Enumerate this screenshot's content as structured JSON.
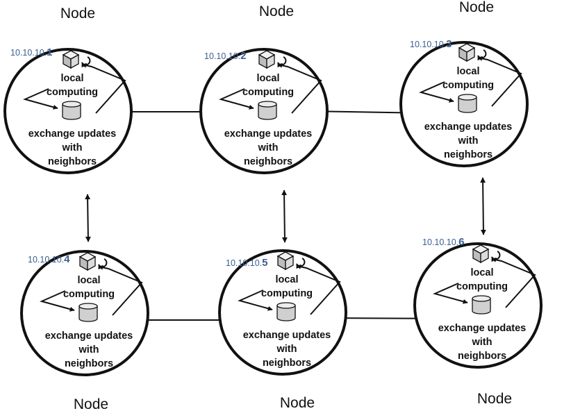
{
  "colors": {
    "stroke": "#111111",
    "ip_text": "#3a5f8f",
    "icon_fill": "#d0d0d0"
  },
  "nodes": [
    {
      "title": "Node",
      "ip_prefix": "10.10.10.",
      "ip_suffix": "1",
      "compute_line1": "local",
      "compute_line2": "computing",
      "exchange_line1": "exchange updates",
      "exchange_line2": "with",
      "exchange_line3": "neighbors"
    },
    {
      "title": "Node",
      "ip_prefix": "10.10.10.",
      "ip_suffix": "2",
      "compute_line1": "local",
      "compute_line2": "computing",
      "exchange_line1": "exchange updates",
      "exchange_line2": "with",
      "exchange_line3": "neighbors"
    },
    {
      "title": "Node",
      "ip_prefix": "10.10.10.",
      "ip_suffix": "3",
      "compute_line1": "local",
      "compute_line2": "computing",
      "exchange_line1": "exchange updates",
      "exchange_line2": "with",
      "exchange_line3": "neighbors"
    },
    {
      "title": "Node",
      "ip_prefix": "10.10.10.",
      "ip_suffix": "4",
      "compute_line1": "local",
      "compute_line2": "computing",
      "exchange_line1": "exchange updates",
      "exchange_line2": "with",
      "exchange_line3": "neighbors"
    },
    {
      "title": "Node",
      "ip_prefix": "10.10.10.",
      "ip_suffix": "5",
      "compute_line1": "local",
      "compute_line2": "computing",
      "exchange_line1": "exchange updates",
      "exchange_line2": "with",
      "exchange_line3": "neighbors"
    },
    {
      "title": "Node",
      "ip_prefix": "10.10.10.",
      "ip_suffix": "6",
      "compute_line1": "local",
      "compute_line2": "computing",
      "exchange_line1": "exchange updates",
      "exchange_line2": "with",
      "exchange_line3": "neighbors"
    }
  ],
  "links": [
    {
      "from": "1",
      "to": "2",
      "arrow": "bidirectional"
    },
    {
      "from": "2",
      "to": "3",
      "arrow": "bidirectional"
    },
    {
      "from": "4",
      "to": "5",
      "arrow": "bidirectional"
    },
    {
      "from": "5",
      "to": "6",
      "arrow": "bidirectional"
    },
    {
      "from": "1",
      "to": "4",
      "arrow": "bidirectional"
    },
    {
      "from": "2",
      "to": "5",
      "arrow": "bidirectional"
    },
    {
      "from": "3",
      "to": "6",
      "arrow": "bidirectional"
    }
  ]
}
